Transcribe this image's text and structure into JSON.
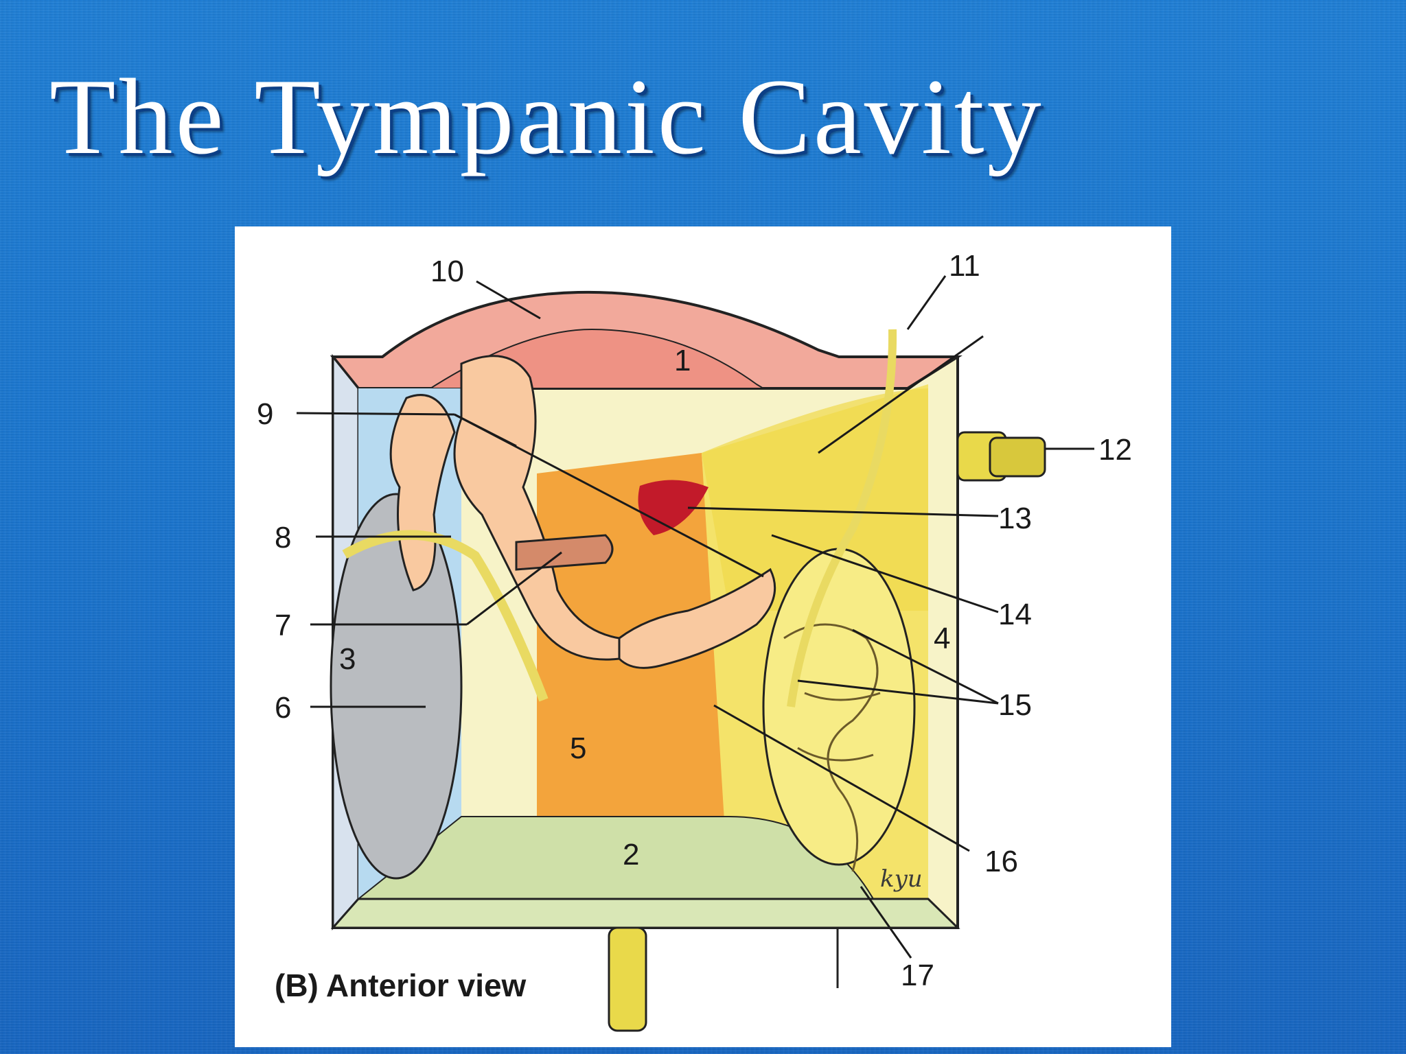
{
  "slide": {
    "title": "The Tympanic Cavity"
  },
  "figure": {
    "caption": "(B) Anterior view",
    "signature": "kyu",
    "labels": {
      "l1": "1",
      "l2": "2",
      "l3": "3",
      "l4": "4",
      "l5": "5",
      "l6": "6",
      "l7": "7",
      "l8": "8",
      "l9": "9",
      "l10": "10",
      "l11": "11",
      "l12": "12",
      "l13": "13",
      "l14": "14",
      "l15": "15",
      "l16": "16",
      "l17": "17"
    },
    "colors": {
      "roof": "#f2a99b",
      "back_wall": "#f3a43c",
      "floor": "#cfe0a8",
      "lateral_wall": "#b7daf0",
      "medial_wall": "#f4e36a",
      "tympanic_membrane": "#b9bcc0",
      "ossicles": "#f9c9a0",
      "nerve": "#e9da62",
      "artery": "#c21a2a"
    }
  }
}
